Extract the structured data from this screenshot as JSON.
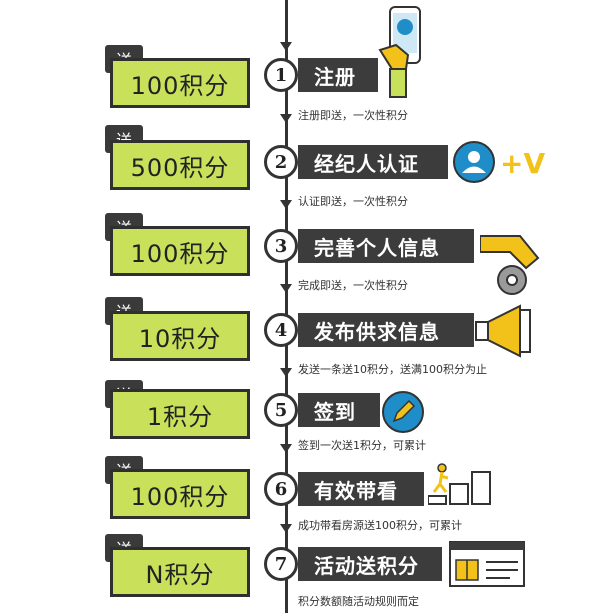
{
  "steps": [
    {
      "num": "1",
      "title": "注册",
      "caption": "注册即送，一次性积分",
      "reward": "100积分",
      "badge": "送",
      "icon": "phone-hand-icon"
    },
    {
      "num": "2",
      "title": "经纪人认证",
      "caption": "认证即送，一次性积分",
      "reward": "500积分",
      "badge": "送",
      "icon": "user-verify-icon",
      "extra": "+V"
    },
    {
      "num": "3",
      "title": "完善个人信息",
      "caption": "完成即送，一次性积分",
      "reward": "100积分",
      "badge": "送",
      "icon": "gear-hand-icon"
    },
    {
      "num": "4",
      "title": "发布供求信息",
      "caption": "发送一条送10积分，送满100积分为止",
      "reward": "10积分",
      "badge": "送",
      "icon": "megaphone-icon"
    },
    {
      "num": "5",
      "title": "签到",
      "caption": "签到一次送1积分，可累计",
      "reward": "1积分",
      "badge": "送",
      "icon": "pencil-icon"
    },
    {
      "num": "6",
      "title": "有效带看",
      "caption": "成功带看房源送100积分，可累计",
      "reward": "100积分",
      "badge": "送",
      "icon": "stairs-runner-icon"
    },
    {
      "num": "7",
      "title": "活动送积分",
      "caption": "积分数额随活动规则而定",
      "reward": "N积分",
      "badge": "送",
      "icon": "gift-screen-icon"
    }
  ],
  "colors": {
    "accent": "#c8e05a",
    "dark": "#3c3c3c",
    "blue": "#1f8ec8",
    "yellow": "#f3c21a"
  }
}
